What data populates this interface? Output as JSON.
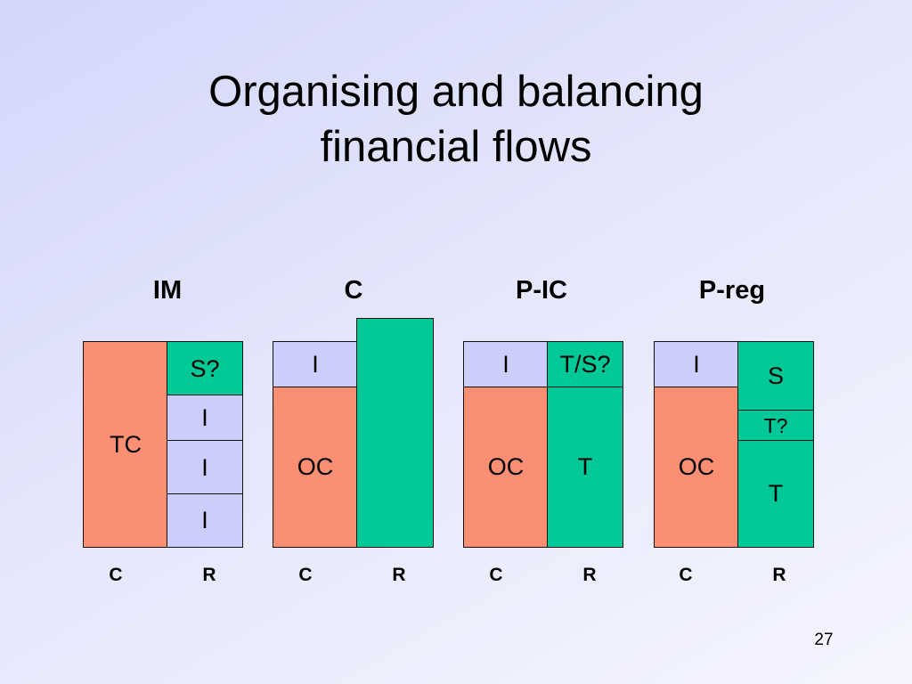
{
  "title": {
    "line1": "Organising and balancing",
    "line2": "financial flows"
  },
  "colors": {
    "cost": "#fb8f74",
    "revenue": "#00c896",
    "other": "#cdcdfb"
  },
  "groups": [
    {
      "label": "IM",
      "col_labels": [
        "C",
        "R"
      ],
      "boxes": [
        "TC",
        "S?",
        "I",
        "I",
        "I"
      ]
    },
    {
      "label": "C",
      "col_labels": [
        "C",
        "R"
      ],
      "boxes": [
        "I",
        "OC",
        ""
      ]
    },
    {
      "label": "P-IC",
      "col_labels": [
        "C",
        "R"
      ],
      "boxes": [
        "I",
        "OC",
        "T/S?",
        "T"
      ]
    },
    {
      "label": "P-reg",
      "col_labels": [
        "C",
        "R"
      ],
      "boxes": [
        "I",
        "OC",
        "S",
        "T?",
        "T"
      ]
    }
  ],
  "page_number": "27"
}
